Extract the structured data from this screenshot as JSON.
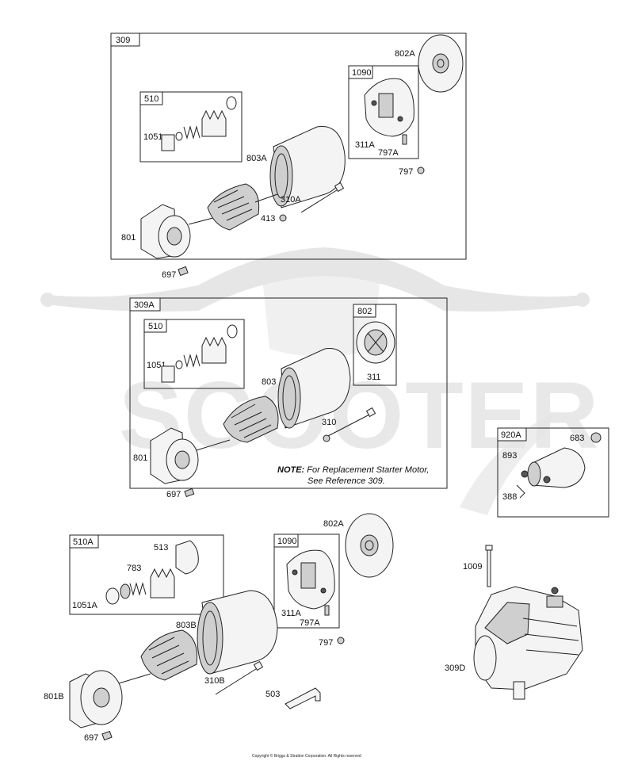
{
  "watermark": {
    "text": "SCOOTER"
  },
  "groups": [
    {
      "id": "309",
      "callouts": [
        "510",
        "1051",
        "1090",
        "802A",
        "311A",
        "797A",
        "797",
        "803A",
        "310A",
        "413",
        "801",
        "697"
      ]
    },
    {
      "id": "309A",
      "callouts": [
        "510",
        "1051",
        "802",
        "311",
        "803",
        "310",
        "801",
        "697"
      ]
    },
    {
      "id": "510A",
      "callouts": [
        "513",
        "783",
        "1051A"
      ]
    },
    {
      "id": "1090",
      "callouts": [
        "802A",
        "311A",
        "797A",
        "797"
      ]
    },
    {
      "id": "920A",
      "callouts": [
        "683",
        "893",
        "388"
      ]
    }
  ],
  "labels": {
    "g309": "309",
    "g510_top": "510",
    "c1051_top": "1051",
    "g1090_top": "1090",
    "c802A_top": "802A",
    "c311A_top": "311A",
    "c797A_top": "797A",
    "c797_top": "797",
    "c803A": "803A",
    "c310A": "310A",
    "c413": "413",
    "c801_top": "801",
    "c697_top": "697",
    "g309A": "309A",
    "g510_mid": "510",
    "c1051_mid": "1051",
    "g802": "802",
    "c311": "311",
    "c803": "803",
    "c310": "310",
    "c801_mid": "801",
    "c697_mid": "697",
    "g920A": "920A",
    "c683": "683",
    "c893": "893",
    "c388": "388",
    "g510A": "510A",
    "c513": "513",
    "c783": "783",
    "c1051A": "1051A",
    "c802A_bot": "802A",
    "g1090_bot": "1090",
    "c311A_bot": "311A",
    "c797A_bot": "797A",
    "c797_bot": "797",
    "c803B": "803B",
    "c1009": "1009",
    "c309D": "309D",
    "c310B": "310B",
    "c503": "503",
    "c801B": "801B",
    "c697_bot": "697"
  },
  "note": {
    "bold": "NOTE:",
    "line1": " For Replacement Starter Motor,",
    "line2": "See Reference 309."
  },
  "copyright": "Copyright © Briggs & Stratton Corporation. All Rights reserved"
}
